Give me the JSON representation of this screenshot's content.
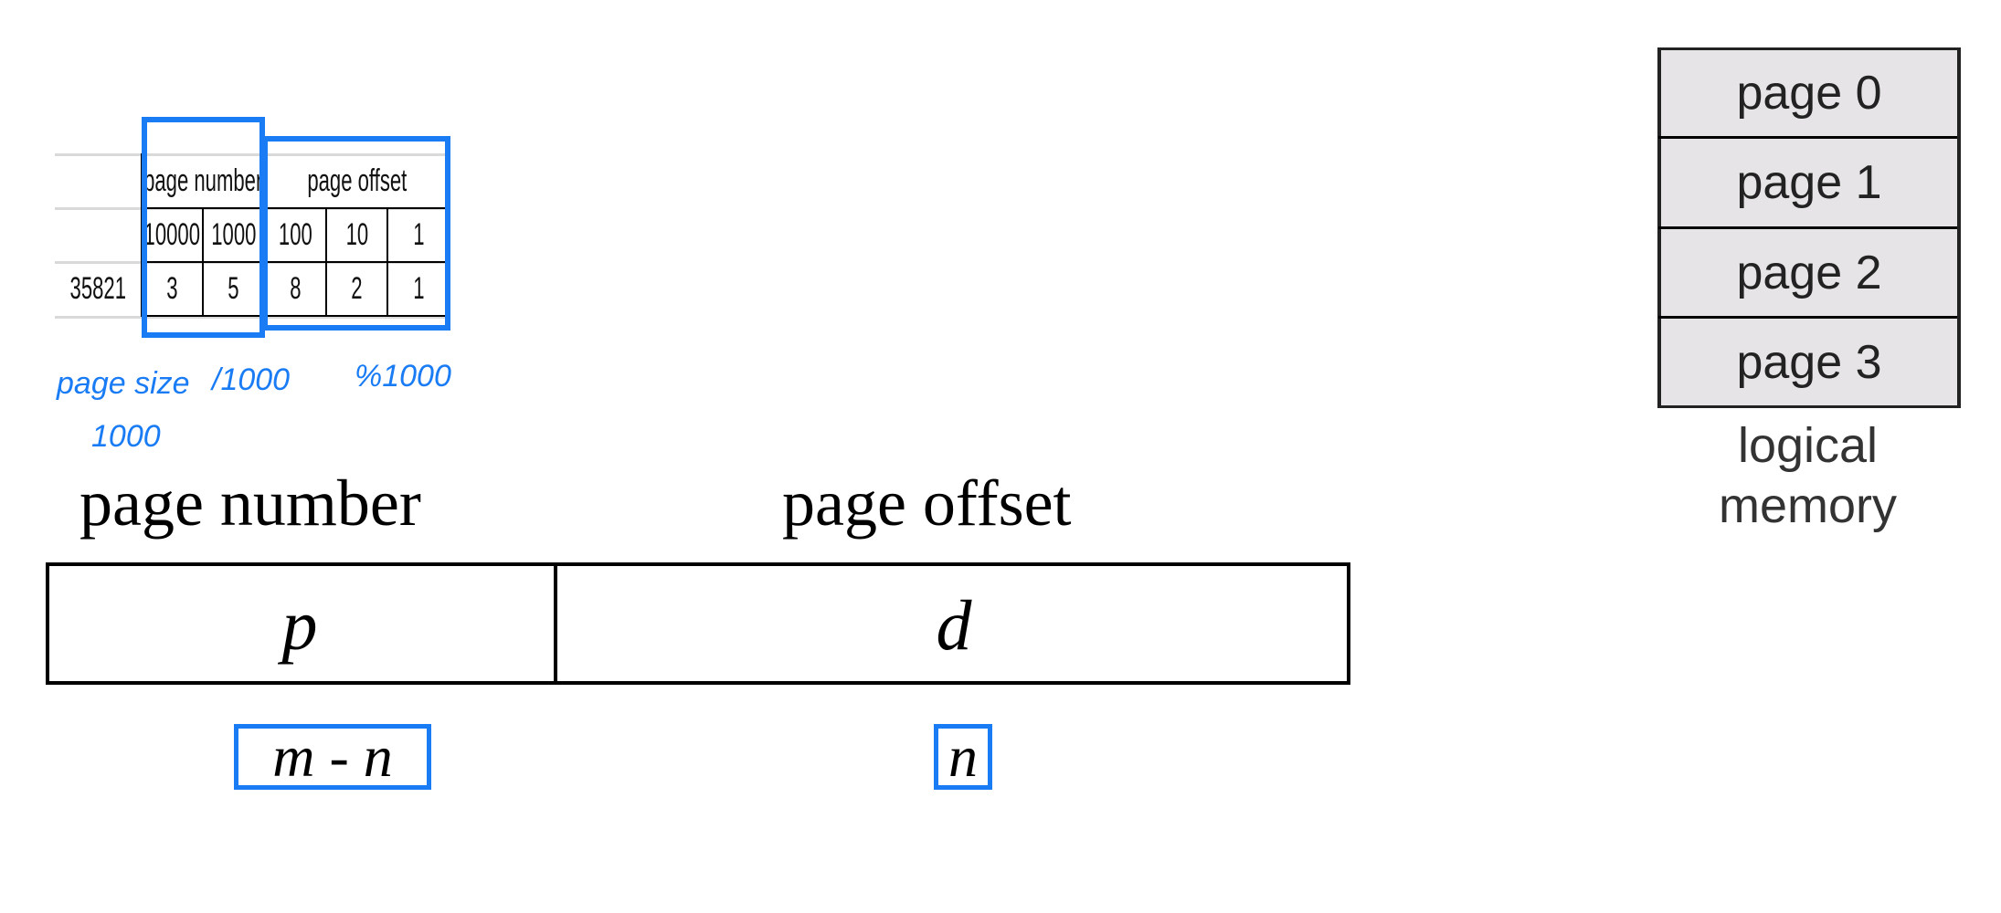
{
  "table": {
    "header_page_number": "page number",
    "header_page_offset": "page offset",
    "place_values": [
      "10000",
      "1000",
      "100",
      "10",
      "1"
    ],
    "row_label": "35821",
    "digits": [
      "3",
      "5",
      "8",
      "2",
      "1"
    ]
  },
  "annotations": {
    "page_size": "page size",
    "page_size_value": "1000",
    "divide": "/1000",
    "modulo": "%1000"
  },
  "address": {
    "page_number_label": "page number",
    "page_offset_label": "page offset",
    "p": "p",
    "d": "d",
    "p_bits": "m - n",
    "d_bits": "n"
  },
  "logical_memory": {
    "pages": [
      "page 0",
      "page 1",
      "page 2",
      "page 3"
    ],
    "caption_line1": "logical",
    "caption_line2": "memory"
  },
  "colors": {
    "annotation": "#1a7cf5",
    "page_fill": "#e6e4e6"
  }
}
